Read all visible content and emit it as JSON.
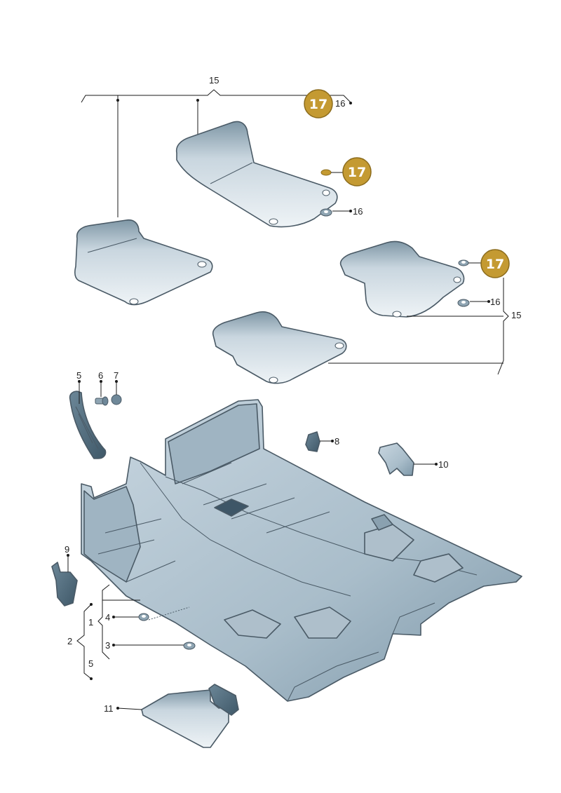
{
  "colors": {
    "badge_fill": "#c49a32",
    "badge_border": "#8c6c1c",
    "part_light": "#e9eff3",
    "part_mid": "#b6c7d3",
    "part_dark": "#5d7788"
  },
  "callouts": {
    "badges": [
      "17",
      "17",
      "17"
    ],
    "label_15_top": "15",
    "label_16_top": "16",
    "label_16_mid": "16",
    "label_16_right": "16",
    "label_15_right": "15",
    "label_5_top": "5",
    "label_6": "6",
    "label_7": "7",
    "label_8": "8",
    "label_10": "10",
    "label_9": "9",
    "label_1": "1",
    "label_2": "2",
    "label_3": "3",
    "label_4": "4",
    "label_5_bottom": "5",
    "label_11": "11"
  }
}
